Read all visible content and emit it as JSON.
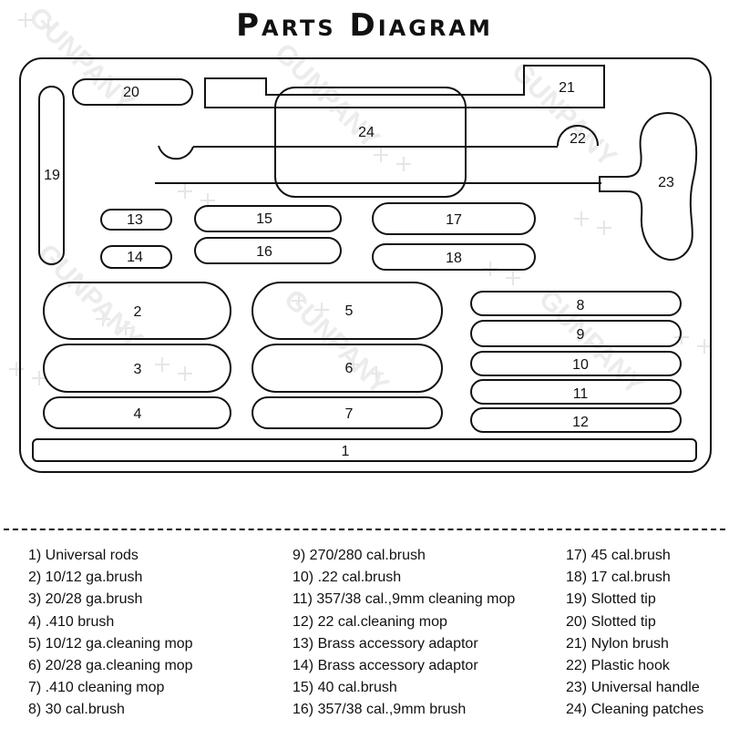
{
  "title": "Parts Diagram",
  "watermark": "GUNPANY",
  "part_numbers": {
    "p1": "1",
    "p2": "2",
    "p3": "3",
    "p4": "4",
    "p5": "5",
    "p6": "6",
    "p7": "7",
    "p8": "8",
    "p9": "9",
    "p10": "10",
    "p11": "11",
    "p12": "12",
    "p13": "13",
    "p14": "14",
    "p15": "15",
    "p16": "16",
    "p17": "17",
    "p18": "18",
    "p19": "19",
    "p20": "20",
    "p21": "21",
    "p22": "22",
    "p23": "23",
    "p24": "24"
  },
  "legend": {
    "col1": [
      "1) Universal rods",
      "2) 10/12 ga.brush",
      "3) 20/28 ga.brush",
      "4) .410 brush",
      "5) 10/12 ga.cleaning mop",
      "6) 20/28 ga.cleaning mop",
      "7) .410 cleaning mop",
      "8) 30 cal.brush"
    ],
    "col2": [
      "9) 270/280 cal.brush",
      "10) .22 cal.brush",
      "11) 357/38 cal.,9mm cleaning mop",
      "12) 22 cal.cleaning mop",
      "13) Brass accessory adaptor",
      "14) Brass accessory adaptor",
      "15) 40 cal.brush",
      "16) 357/38 cal.,9mm brush"
    ],
    "col3": [
      "17) 45 cal.brush",
      "18) 17 cal.brush",
      "19) Slotted tip",
      "20) Slotted tip",
      "21) Nylon brush",
      "22) Plastic hook",
      "23) Universal handle",
      "24) Cleaning patches"
    ]
  }
}
